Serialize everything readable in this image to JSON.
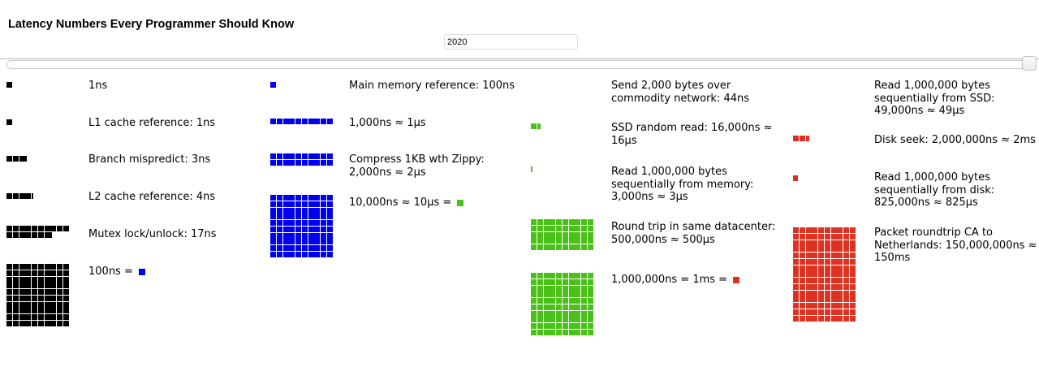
{
  "page": {
    "title": "Latency Numbers Every Programmer Should Know",
    "year_label": "2020"
  },
  "colors": {
    "black": "#000000",
    "blue": "#0000ee",
    "green": "#4ac118",
    "red": "#dd3222"
  },
  "chart_data": {
    "type": "unit-square-infographic",
    "title": "Latency Numbers Every Programmer Should Know",
    "year": "2020",
    "square_units": {
      "black": "1ns per square",
      "blue": "100ns per square",
      "green": "10000ns (10µs) per square",
      "red": "1000000ns (1ms) per square"
    },
    "rows": [
      {
        "label": "1ns",
        "ns": 1,
        "icon": {
          "color": "black",
          "count": 1
        }
      },
      {
        "label": "L1 cache reference: 1ns",
        "ns": 1,
        "icon": {
          "color": "black",
          "count": 1
        }
      },
      {
        "label": "Branch mispredict: 3ns",
        "ns": 3,
        "icon": {
          "color": "black",
          "count": 3,
          "partial": 1.5
        }
      },
      {
        "label": "L2 cache reference: 4ns",
        "ns": 4,
        "icon": {
          "color": "black",
          "count": 4,
          "partial": 1.5
        }
      },
      {
        "label": "Mutex lock/unlock: 17ns",
        "ns": 17,
        "icon": {
          "color": "black",
          "count": 17,
          "partial": 1.5,
          "perRow": 10
        }
      },
      {
        "label": "100ns = ",
        "ns": 100,
        "swatch": "blue",
        "icon": {
          "color": "black",
          "grid": {
            "cols": 10,
            "rows": 10
          }
        }
      },
      {
        "label": "Main memory reference: 100ns",
        "ns": 100,
        "icon": {
          "color": "blue",
          "count": 1
        }
      },
      {
        "label": "1,000ns ≈ 1µs",
        "ns": 1000,
        "icon": {
          "color": "blue",
          "count": 10
        }
      },
      {
        "label": "Compress 1KB wth Zippy:\n2,000ns ≈ 2µs",
        "ns": 2000,
        "icon": {
          "color": "blue",
          "count": 20,
          "perRow": 10
        }
      },
      {
        "label": "10,000ns ≈ 10µs = ",
        "ns": 10000,
        "swatch": "green",
        "icon": {
          "color": "blue",
          "grid": {
            "cols": 10,
            "rows": 10
          }
        }
      },
      {
        "label": "Send 2,000 bytes over\ncommodity network: 44ns",
        "ns": 44,
        "icon": null
      },
      {
        "label": "SSD random read: 16,000ns ≈\n16µs",
        "ns": 16000,
        "icon": {
          "color": "green",
          "count": 1,
          "partial": 4
        }
      },
      {
        "label": "Read 1,000,000 bytes\nsequentially from memory:\n3,000ns ≈ 3µs",
        "ns": 3000,
        "icon": {
          "color": "green",
          "count": 0,
          "partial": 2
        }
      },
      {
        "label": "Round trip in same datacenter:\n500,000ns ≈ 500µs",
        "ns": 500000,
        "icon": {
          "color": "green",
          "grid": {
            "cols": 10,
            "rows": 5
          }
        }
      },
      {
        "label": "1,000,000ns = 1ms = ",
        "ns": 1000000,
        "swatch": "red",
        "icon": {
          "color": "green",
          "grid": {
            "cols": 10,
            "rows": 10
          }
        }
      },
      {
        "label": "Read 1,000,000 bytes\nsequentially from SSD:\n49,000ns ≈ 49µs",
        "ns": 49000,
        "icon": null
      },
      {
        "label": "Disk seek: 2,000,000ns ≈ 2ms",
        "ns": 2000000,
        "icon": {
          "color": "red",
          "count": 2,
          "partial": 4
        }
      },
      {
        "label": "Read 1,000,000 bytes\nsequentially from disk:\n825,000ns ≈ 825µs",
        "ns": 825000,
        "icon": {
          "color": "red",
          "count": 0,
          "partial": 5.5
        }
      },
      {
        "label": "Packet roundtrip CA to\nNetherlands: 150,000,000ns ≈\n150ms",
        "ns": 150000000,
        "icon": {
          "color": "red",
          "grid": {
            "cols": 10,
            "rows": 15
          }
        }
      }
    ]
  },
  "geometry_note": "unit squares 7px, gap 0.75px"
}
